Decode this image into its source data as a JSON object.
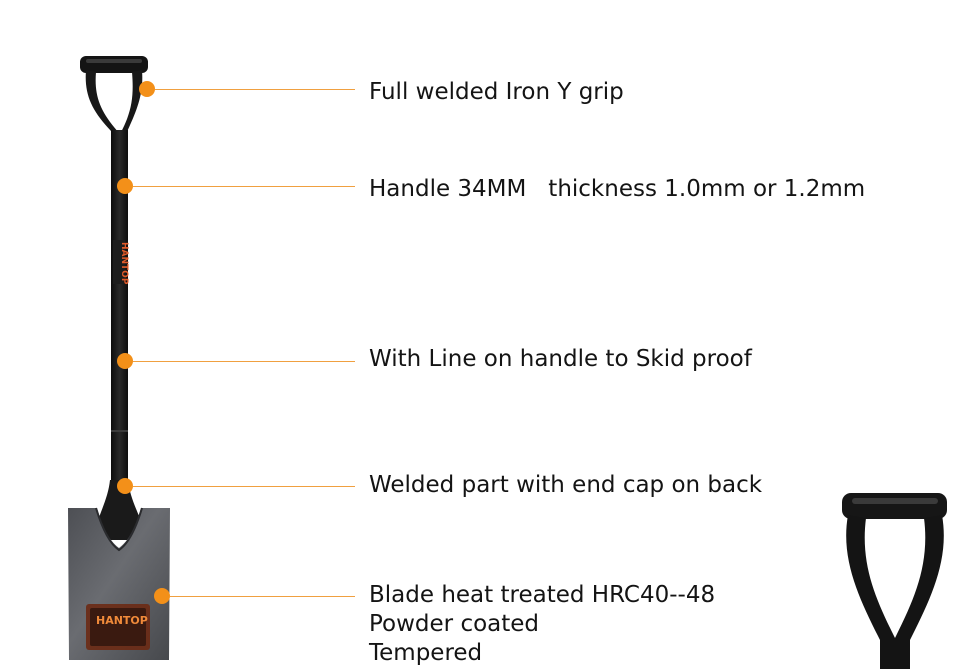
{
  "brand": {
    "name": "HANTOP"
  },
  "colors": {
    "accent": "#f39019",
    "line": "#f0a040",
    "text": "#141414",
    "handle": "#151515",
    "blade": "#5b5d62"
  },
  "callouts": [
    {
      "lines": [
        "Full welded Iron Y grip"
      ]
    },
    {
      "lines": [
        "Handle 34MM   thickness 1.0mm or 1.2mm"
      ]
    },
    {
      "lines": [
        "With Line on handle to Skid proof"
      ]
    },
    {
      "lines": [
        "Welded part with end cap on back"
      ]
    },
    {
      "lines": [
        "Blade heat treated HRC40--48",
        "Powder coated",
        "Tempered"
      ]
    }
  ]
}
